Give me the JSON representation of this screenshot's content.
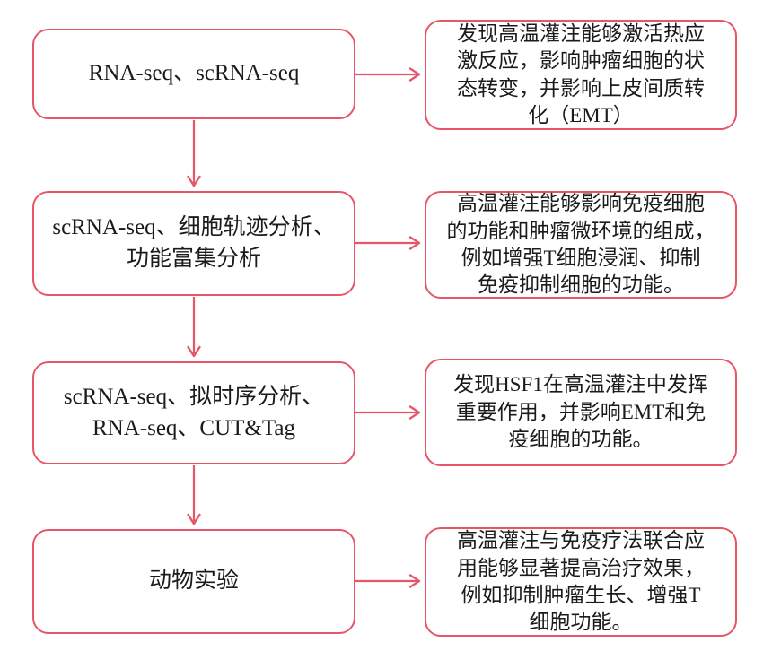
{
  "colors": {
    "accent": "#e65568",
    "text": "#1b1b1b",
    "background": "#ffffff"
  },
  "flowchart": {
    "rows": [
      {
        "method": "RNA-seq、scRNA-seq",
        "finding": "发现高温灌注能够激活热应\n激反应，影响肿瘤细胞的状\n态转变，并影响上皮间质转\n化（EMT）"
      },
      {
        "method": "scRNA-seq、细胞轨迹分析、\n功能富集分析",
        "finding": "高温灌注能够影响免疫细胞\n的功能和肿瘤微环境的组成，\n例如增强T细胞浸润、抑制\n免疫抑制细胞的功能。"
      },
      {
        "method": "scRNA-seq、拟时序分析、\nRNA-seq、CUT&Tag",
        "finding": "发现HSF1在高温灌注中发挥\n重要作用，并影响EMT和免\n疫细胞的功能。"
      },
      {
        "method": "动物实验",
        "finding": "高温灌注与免疫疗法联合应\n用能够显著提高治疗效果，\n例如抑制肿瘤生长、增强T\n细胞功能。"
      }
    ]
  }
}
